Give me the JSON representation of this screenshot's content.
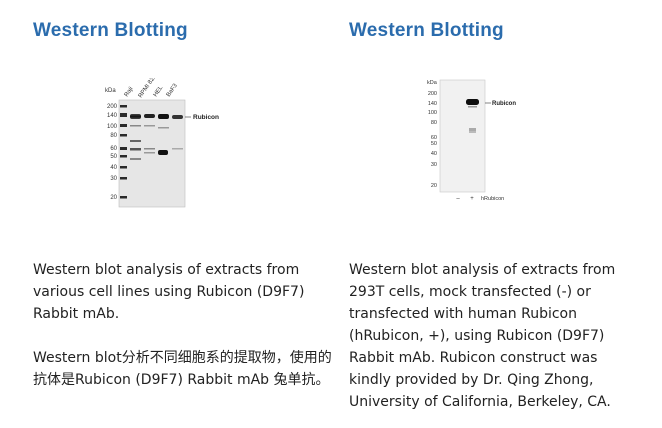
{
  "left": {
    "heading": "Western Blotting",
    "blot": {
      "unit": "kDa",
      "markers": [
        "200",
        "140",
        "100",
        "80",
        "60",
        "50",
        "40",
        "30",
        "20"
      ],
      "lanes": [
        "Raji",
        "RPMI 8226",
        "HEL",
        "BaF3"
      ],
      "band_label": "Rubicon"
    },
    "caption_en": "Western blot analysis of extracts from various cell lines using Rubicon (D9F7) Rabbit mAb.",
    "caption_zh": "Western blot分析不同细胞系的提取物，使用的抗体是Rubicon (D9F7) Rabbit mAb 兔单抗。"
  },
  "right": {
    "heading": "Western Blotting",
    "blot": {
      "unit": "kDa",
      "markers": [
        "200",
        "140",
        "100",
        "80",
        "60",
        "50",
        "40",
        "30",
        "20"
      ],
      "lanes": [
        "–",
        "+"
      ],
      "lane_axis_label": "hRubicon",
      "band_label": "Rubicon"
    },
    "caption_en": "Western blot analysis of extracts from 293T cells, mock transfected (-) or transfected with human Rubicon (hRubicon, +), using Rubicon (D9F7) Rabbit mAb. Rubicon construct was kindly provided by Dr. Qing Zhong, University of California, Berkeley, CA."
  }
}
